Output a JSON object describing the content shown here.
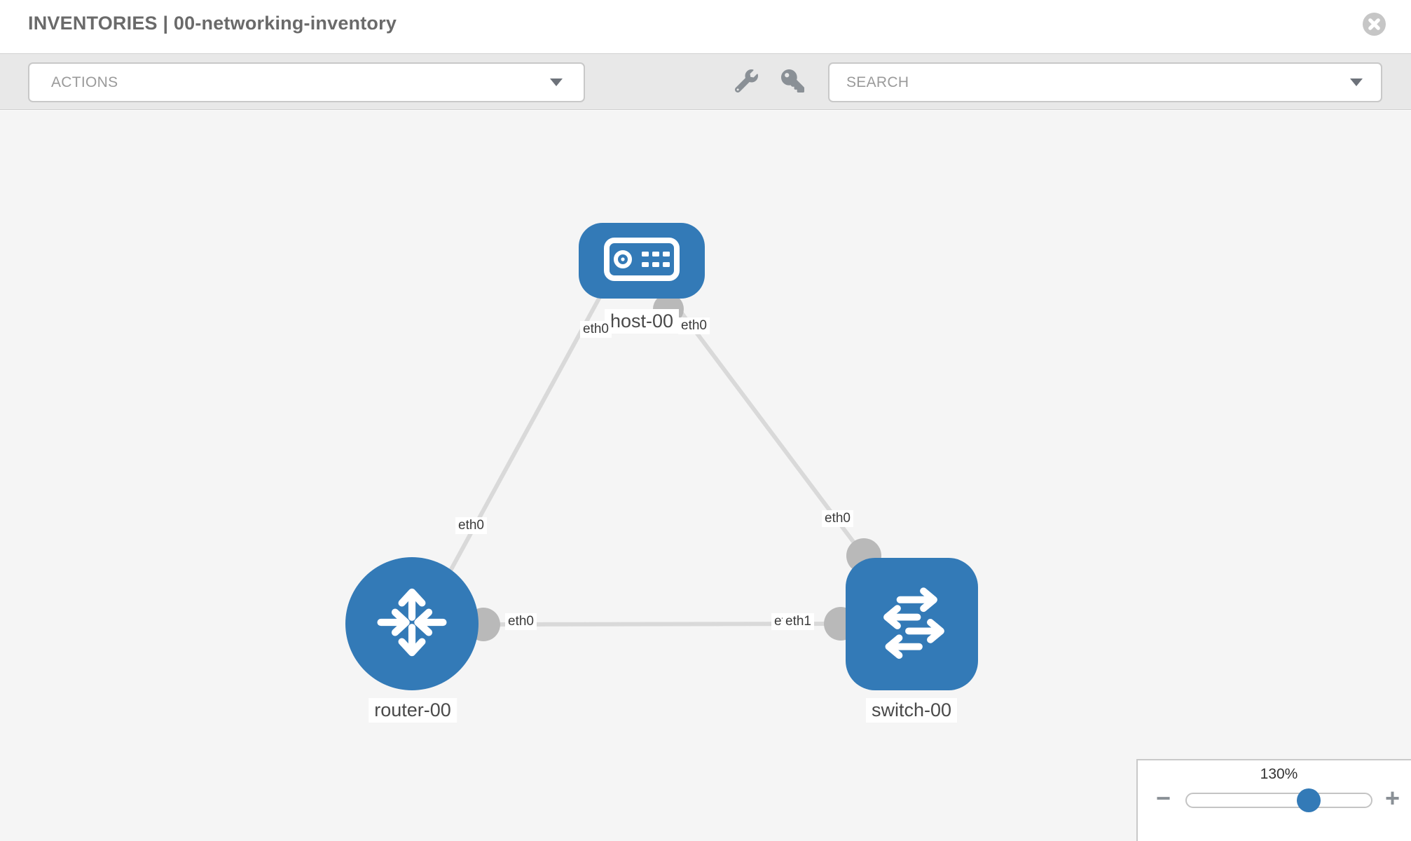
{
  "header": {
    "title": "INVENTORIES | 00-networking-inventory"
  },
  "toolbar": {
    "actions_dropdown": {
      "label": "ACTIONS"
    },
    "tools": [
      {
        "icon": "wrench-icon"
      },
      {
        "icon": "key-icon"
      }
    ],
    "search_dropdown": {
      "placeholder": "SEARCH"
    }
  },
  "topology": {
    "nodes": [
      {
        "id": "host-00",
        "type": "host",
        "label": "host-00"
      },
      {
        "id": "router-00",
        "type": "router",
        "label": "router-00"
      },
      {
        "id": "switch-00",
        "type": "switch",
        "label": "switch-00"
      }
    ],
    "links": [
      {
        "source": "host-00",
        "source_interface": "eth0",
        "target": "router-00",
        "target_interface": "eth0"
      },
      {
        "source": "host-00",
        "source_interface": "eth0",
        "target": "switch-00",
        "target_interface": "eth0"
      },
      {
        "source": "router-00",
        "source_interface": "eth0",
        "target": "switch-00",
        "target_interface": "eth1"
      }
    ]
  },
  "zoom_control": {
    "level": "130%",
    "decrease_label": "−",
    "increase_label": "+",
    "thumb_percent": 67
  },
  "colors": {
    "node_blue": "#337ab7",
    "link_gray": "#d9d9d9",
    "port_gray": "#b9b9b9",
    "canvas_bg": "#f5f5f5"
  }
}
